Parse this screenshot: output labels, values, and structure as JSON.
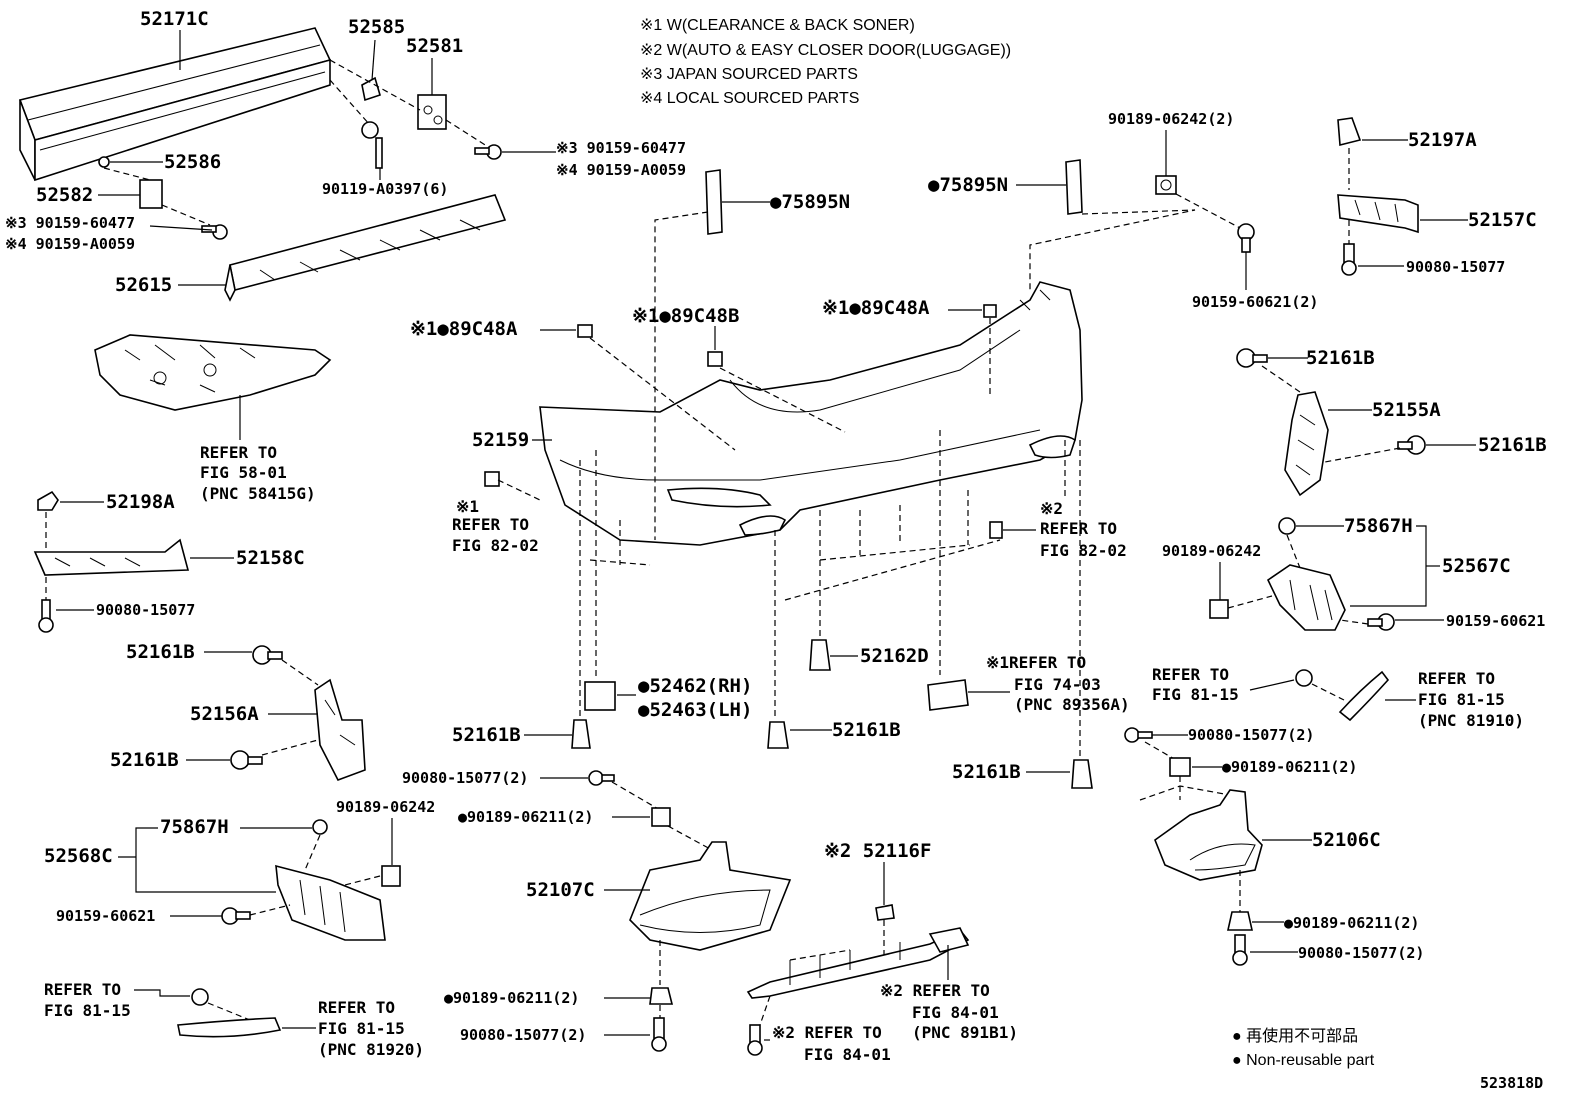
{
  "notes": [
    "※1  W(CLEARANCE & BACK SONER)",
    "※2  W(AUTO & EASY CLOSER DOOR(LUGGAGE))",
    "※3 JAPAN SOURCED PARTS",
    "※4 LOCAL SOURCED PARTS"
  ],
  "labels": {
    "l52171C": "52171C",
    "l52585": "52585",
    "l52581": "52581",
    "l52586": "52586",
    "l52582": "52582",
    "l3_90159_60477_a": "※3 90159-60477",
    "l4_90159_A0059_a": "※4 90159-A0059",
    "l3_90159_60477_b": "※3 90159-60477",
    "l4_90159_A0059_b": "※4 90159-A0059",
    "l90119": "90119-A0397(6)",
    "l52615": "52615",
    "refer_58": [
      "REFER TO",
      "FIG 58-01",
      "(PNC 58415G)"
    ],
    "l52198A": "52198A",
    "l52158C": "52158C",
    "l90080_left": "90080-15077",
    "l52161B_a": "52161B",
    "l52156A": "52156A",
    "l52161B_b": "52161B",
    "l75867H_left": "75867H",
    "l52568C": "52568C",
    "l90189_06242_left": "90189-06242",
    "l90159_60621_left": "90159-60621",
    "refer_81_15_a": [
      "REFER TO",
      "FIG 81-15"
    ],
    "refer_81920": [
      "REFER TO",
      "FIG 81-15",
      "(PNC 81920)"
    ],
    "l75895N_a": "●75895N",
    "l75895N_b": "●75895N",
    "l89C48A_a": "※1●89C48A",
    "l89C48B": "※1●89C48B",
    "l89C48A_b": "※1●89C48A",
    "l52159": "52159",
    "refer_82_a": [
      "※1",
      "REFER TO",
      "FIG 82-02"
    ],
    "refer_82_b": [
      "※2",
      "REFER TO",
      "FIG 82-02"
    ],
    "l52462": "●52462(RH)",
    "l52463": "●52463(LH)",
    "l52161B_c": "52161B",
    "l52162D": "52162D",
    "l52161B_d": "52161B",
    "refer_74": [
      "※1REFER TO",
      "FIG 74-03",
      "(PNC 89356A)"
    ],
    "l52161B_e": "52161B",
    "l90080_2_a": "90080-15077(2)",
    "l90189_06211_a": "●90189-06211(2)",
    "l52107C": "52107C",
    "l90189_06211_b": "●90189-06211(2)",
    "l90080_2_b": "90080-15077(2)",
    "l52116F": "※2 52116F",
    "refer_84_a": [
      "※2 REFER TO",
      "FIG 84-01",
      "(PNC 891B1)"
    ],
    "refer_84_b": [
      "※2 REFER TO",
      "FIG 84-01"
    ],
    "l90189_06242_2": "90189-06242(2)",
    "l90159_60621_2": "90159-60621(2)",
    "l52197A": "52197A",
    "l52157C": "52157C",
    "l90080_right": "90080-15077",
    "l52161B_f": "52161B",
    "l52155A": "52155A",
    "l52161B_g": "52161B",
    "l75867H_right": "75867H",
    "l90189_06242_right": "90189-06242",
    "l52567C": "52567C",
    "l90159_60621_right": "90159-60621",
    "refer_81_15_b": [
      "REFER TO",
      "FIG 81-15"
    ],
    "refer_81910": [
      "REFER TO",
      "FIG 81-15",
      "(PNC 81910)"
    ],
    "l90080_2_c": "90080-15077(2)",
    "l90189_06211_c": "●90189-06211(2)",
    "l52106C": "52106C",
    "l90189_06211_d": "●90189-06211(2)",
    "l90080_2_d": "90080-15077(2)"
  },
  "legend": {
    "jp": "● 再使用不可部品",
    "en": "● Non-reusable part"
  },
  "figure_id": "523818D"
}
